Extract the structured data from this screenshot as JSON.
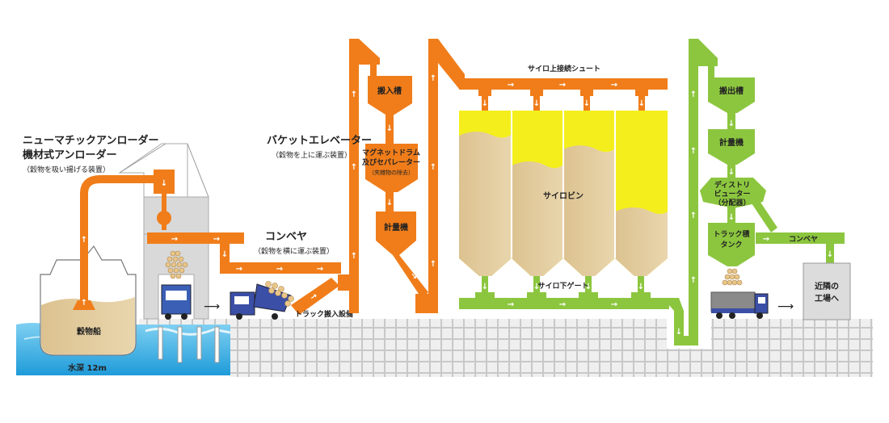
{
  "labels": {
    "unloader_1": "ニューマチックアンローダー",
    "unloader_2": "機材式アンローダー",
    "unloader_sub": "（穀物を吸い揚げる装置）",
    "ship": "穀物船",
    "water_depth": "水深 12m",
    "conveyor": "コンベヤ",
    "conveyor_sub": "（穀物を横に運ぶ装置）",
    "truck_intake": "トラック搬入設備",
    "bucket_elevator": "バケットエレベーター",
    "bucket_elevator_sub": "（穀物を上に運ぶ装置）",
    "intake_hopper": "搬入槽",
    "magnet_1": "マグネットドラム",
    "magnet_2": "及びセパレーター",
    "magnet_sub": "（夾雑物の除去）",
    "scale_1": "計量機",
    "silo_top_chute": "サイロ上接続シュート",
    "silo_bin": "サイロビン",
    "silo_bottom_gate": "サイロ下ゲート",
    "outlet_hopper": "搬出槽",
    "scale_2": "計量機",
    "distributor_1": "ディストリ",
    "distributor_2": "ビューター",
    "distributor_3": "（分配器）",
    "truck_tank_1": "トラック積",
    "truck_tank_2": "タンク",
    "conveyor_2": "コンベヤ",
    "factory_1": "近隣の",
    "factory_2": "工場へ"
  },
  "colors": {
    "orange": "#f07d1a",
    "green": "#8cc63f",
    "grain": "#dcc290",
    "yellow": "#f4ef1c",
    "water": "#2ba6e0",
    "gray": "#d9d9d9"
  }
}
